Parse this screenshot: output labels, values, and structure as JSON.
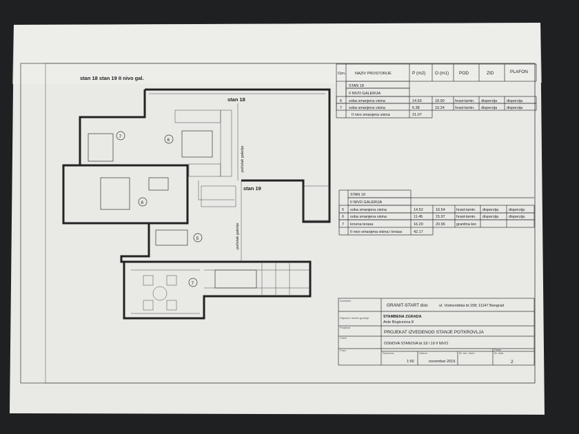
{
  "plan": {
    "title": "stan 18  stan 19  II nivo gal.",
    "label_stan18": "stan 18",
    "label_stan19": "stan 19",
    "gallery_start_1": "početak galerije",
    "gallery_start_2": "početak galerije",
    "room_numbers": [
      "7",
      "6",
      "6",
      "5",
      "7"
    ]
  },
  "table18": {
    "headers": [
      "Ozn.",
      "NAZIV PROSTORIJE",
      "P (m2)",
      "O (m1)",
      "POD",
      "ZID",
      "PLAFON"
    ],
    "unit": "STAN 18",
    "level": "II NIVO GALERIJA",
    "rows": [
      [
        "6",
        "soba smanjena visina",
        "14.69",
        "18.90",
        "hrast-lamin.",
        "disperzija",
        "disperzija"
      ],
      [
        "7",
        "soba smanjena visina",
        "6.38",
        "10.24",
        "hrast-lamin.",
        "disperzija",
        "disperzija"
      ]
    ],
    "total_label": "II nivo smanjena visina",
    "total_value": "21.07"
  },
  "table19": {
    "unit": "STAN 19",
    "level": "II NIVO GALERIJA",
    "rows": [
      [
        "5",
        "soba smanjena visina",
        "14.52",
        "16.54",
        "hrast-lamin.",
        "disperzija",
        "disperzija"
      ],
      [
        "6",
        "soba smanjena visina",
        "11.45",
        "15.97",
        "hrast-lamin.",
        "disperzija",
        "disperzija"
      ],
      [
        "7",
        "krovna terasa",
        "16.20",
        "20.96",
        "granitna ker.",
        "",
        ""
      ]
    ],
    "total_label": "II nivo smanjena visina i terasa",
    "total_value": "42.17"
  },
  "title_block": {
    "investor_label": "Investitor",
    "investor": "GRANIT-START  doo",
    "investor_address": "ul. Vodovodska br.158;   11147 Beograd",
    "object_label": "Objekat i mesto gradnje",
    "object": "STAMBENA ZGRADA",
    "object_address": "Ante Bogicevica 8",
    "project_label": "Projekat",
    "project": "PROJEKAT IZVEDENOG STANJE POTKROVLJA",
    "drawing_label": "Crtež",
    "drawing": "OSNOVA STANOVA br.18 i 19   II NIVO",
    "phase_label": "Faza",
    "scale_label": "Razmera",
    "scale": "1:50",
    "date_label": "Datum",
    "date": "novembar 2019.",
    "tech_label": "Br. teh. dnev.",
    "paraf_label": "Paraf",
    "sheet_label": "Br. lista",
    "sheet": "2"
  }
}
